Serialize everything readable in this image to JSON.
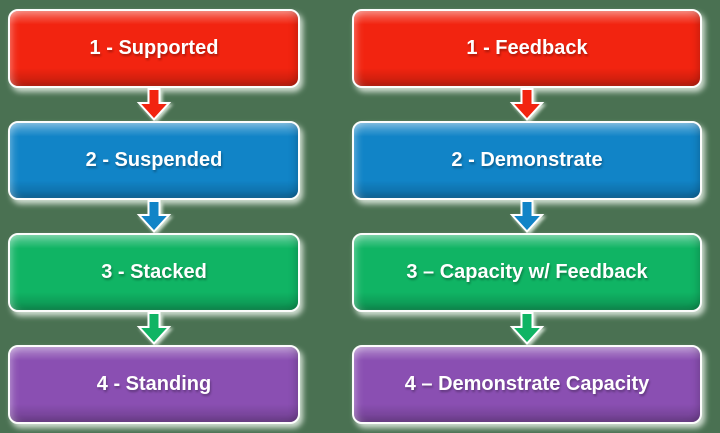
{
  "canvas": {
    "background": "#4A7152"
  },
  "colors": {
    "step1": "#F22410",
    "step2": "#1184C7",
    "step3": "#10B464",
    "step4": "#8A4FB2",
    "box_outline": "#FCFDFC",
    "label_text": "#FFFFFF"
  },
  "columns": [
    {
      "side": "left",
      "boxes": [
        {
          "label": "1 - Supported",
          "color": "#F22410"
        },
        {
          "label": "2 - Suspended",
          "color": "#1184C7"
        },
        {
          "label": "3 - Stacked",
          "color": "#10B464"
        },
        {
          "label": "4 - Standing",
          "color": "#8A4FB2"
        }
      ],
      "arrows": [
        {
          "color": "#F22410"
        },
        {
          "color": "#1184C7"
        },
        {
          "color": "#10B464"
        }
      ]
    },
    {
      "side": "right",
      "boxes": [
        {
          "label": "1 - Feedback",
          "color": "#F22410"
        },
        {
          "label": "2 - Demonstrate",
          "color": "#1184C7"
        },
        {
          "label": "3 – Capacity w/ Feedback",
          "color": "#10B464"
        },
        {
          "label": "4 – Demonstrate Capacity",
          "color": "#8A4FB2"
        }
      ],
      "arrows": [
        {
          "color": "#F22410"
        },
        {
          "color": "#1184C7"
        },
        {
          "color": "#10B464"
        }
      ]
    }
  ]
}
